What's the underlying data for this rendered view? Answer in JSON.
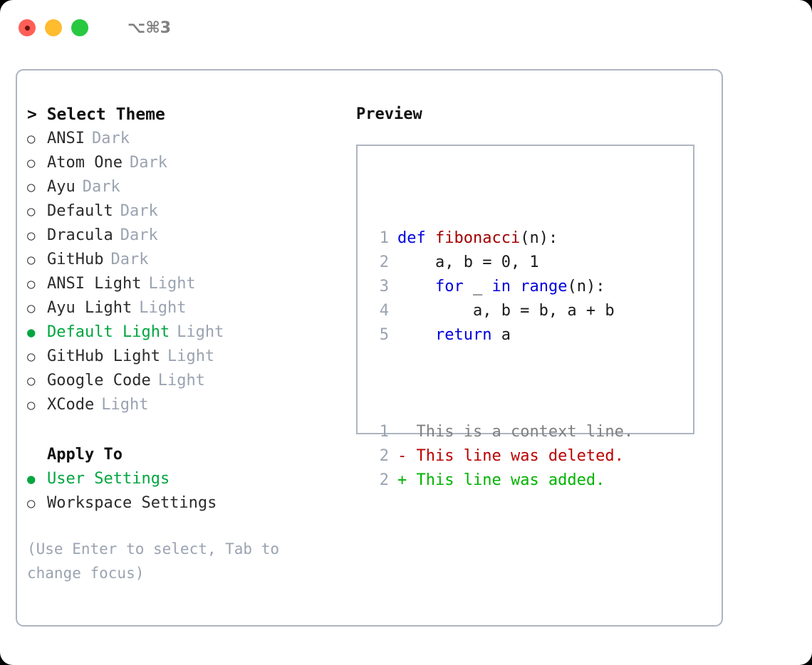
{
  "titlebar": {
    "shortcut": "⌥⌘3",
    "lights": [
      "close",
      "minimize",
      "maximize"
    ]
  },
  "theme_list": {
    "header": "> Select Theme",
    "items": [
      {
        "bullet": "○",
        "name": "ANSI",
        "tag": "Dark",
        "selected": false
      },
      {
        "bullet": "○",
        "name": "Atom One",
        "tag": "Dark",
        "selected": false
      },
      {
        "bullet": "○",
        "name": "Ayu",
        "tag": "Dark",
        "selected": false
      },
      {
        "bullet": "○",
        "name": "Default",
        "tag": "Dark",
        "selected": false
      },
      {
        "bullet": "○",
        "name": "Dracula",
        "tag": "Dark",
        "selected": false
      },
      {
        "bullet": "○",
        "name": "GitHub",
        "tag": "Dark",
        "selected": false
      },
      {
        "bullet": "○",
        "name": "ANSI Light",
        "tag": "Light",
        "selected": false
      },
      {
        "bullet": "○",
        "name": "Ayu Light",
        "tag": "Light",
        "selected": false
      },
      {
        "bullet": "●",
        "name": "Default Light",
        "tag": "Light",
        "selected": true
      },
      {
        "bullet": "○",
        "name": "GitHub Light",
        "tag": "Light",
        "selected": false
      },
      {
        "bullet": "○",
        "name": "Google Code",
        "tag": "Light",
        "selected": false
      },
      {
        "bullet": "○",
        "name": "XCode",
        "tag": "Light",
        "selected": false
      }
    ]
  },
  "apply_to": {
    "header": "Apply To",
    "items": [
      {
        "bullet": "●",
        "name": "User Settings",
        "selected": true
      },
      {
        "bullet": "○",
        "name": "Workspace Settings",
        "selected": false
      }
    ]
  },
  "hint": "(Use Enter to select, Tab to change focus)",
  "preview": {
    "title": "Preview",
    "code_lines": [
      {
        "number": "1",
        "tokens": [
          {
            "text": "def ",
            "type": "kw"
          },
          {
            "text": "fibonacci",
            "type": "fn"
          },
          {
            "text": "(n):",
            "type": "pl"
          }
        ]
      },
      {
        "number": "2",
        "tokens": [
          {
            "text": "    a, b = 0, 1",
            "type": "pl"
          }
        ]
      },
      {
        "number": "3",
        "tokens": [
          {
            "text": "    ",
            "type": "pl"
          },
          {
            "text": "for",
            "type": "kw"
          },
          {
            "text": " _ ",
            "type": "pl"
          },
          {
            "text": "in",
            "type": "kw"
          },
          {
            "text": " ",
            "type": "pl"
          },
          {
            "text": "range",
            "type": "kw"
          },
          {
            "text": "(n):",
            "type": "pl"
          }
        ]
      },
      {
        "number": "4",
        "tokens": [
          {
            "text": "        a, b = b, a + b",
            "type": "pl"
          }
        ]
      },
      {
        "number": "5",
        "tokens": [
          {
            "text": "    ",
            "type": "pl"
          },
          {
            "text": "return",
            "type": "kw"
          },
          {
            "text": " a",
            "type": "pl"
          }
        ]
      }
    ],
    "diff_lines": [
      {
        "number": "1",
        "marker": "  ",
        "text": "This is a context line.",
        "type": "ctx"
      },
      {
        "number": "2",
        "marker": "- ",
        "text": "This line was deleted.",
        "type": "del"
      },
      {
        "number": "2",
        "marker": "+ ",
        "text": "This line was added.",
        "type": "add"
      }
    ]
  },
  "colors": {
    "selected_green": "#00a63f",
    "muted_gray": "#9aa3b1",
    "border": "#aeb4c0",
    "keyword_blue": "#0000dd",
    "function_red": "#a00000",
    "diff_deleted": "#bb0000",
    "diff_added": "#00b300",
    "traffic_red": "#ff5f57",
    "traffic_yellow": "#febc2e",
    "traffic_green": "#28c840"
  }
}
